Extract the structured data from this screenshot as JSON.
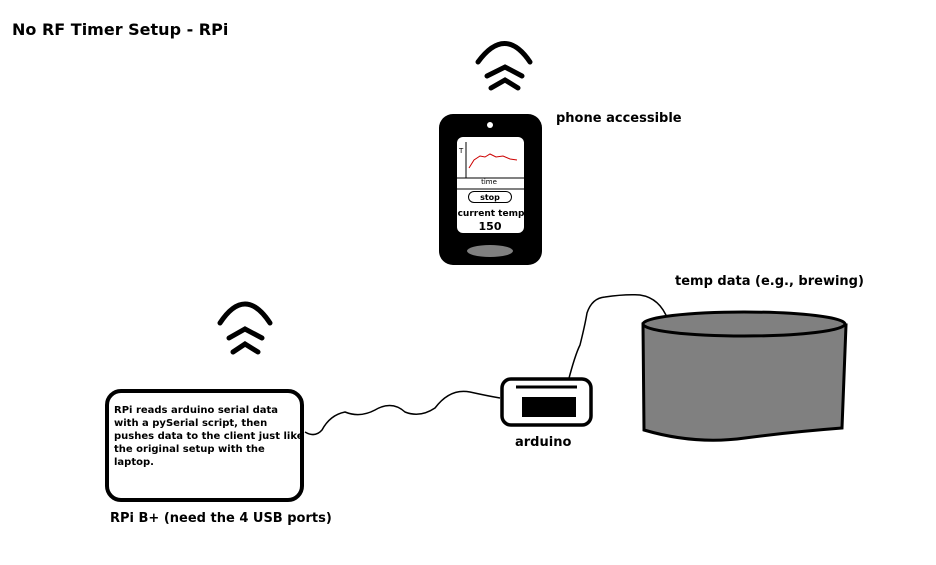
{
  "title": "No RF Timer Setup  - RPi",
  "phone": {
    "label": "phone accessible",
    "axis_label": "T",
    "time_label": "time",
    "stop_button": "stop",
    "current_temp_label": "current temp",
    "current_temp_value": "150"
  },
  "pot": {
    "label": "temp data (e.g., brewing)"
  },
  "arduino": {
    "label": "arduino"
  },
  "rpi": {
    "label": "RPi B+ (need the 4 USB ports)",
    "note": "RPi reads arduino serial data with a pySerial script, then pushes data to the client just like the original setup with the laptop."
  },
  "colors": {
    "ink": "#000000",
    "pot_fill": "#808080",
    "chart_line": "#cc0000"
  },
  "icons": [
    "wireless-signal-icon",
    "wireless-signal-icon"
  ]
}
